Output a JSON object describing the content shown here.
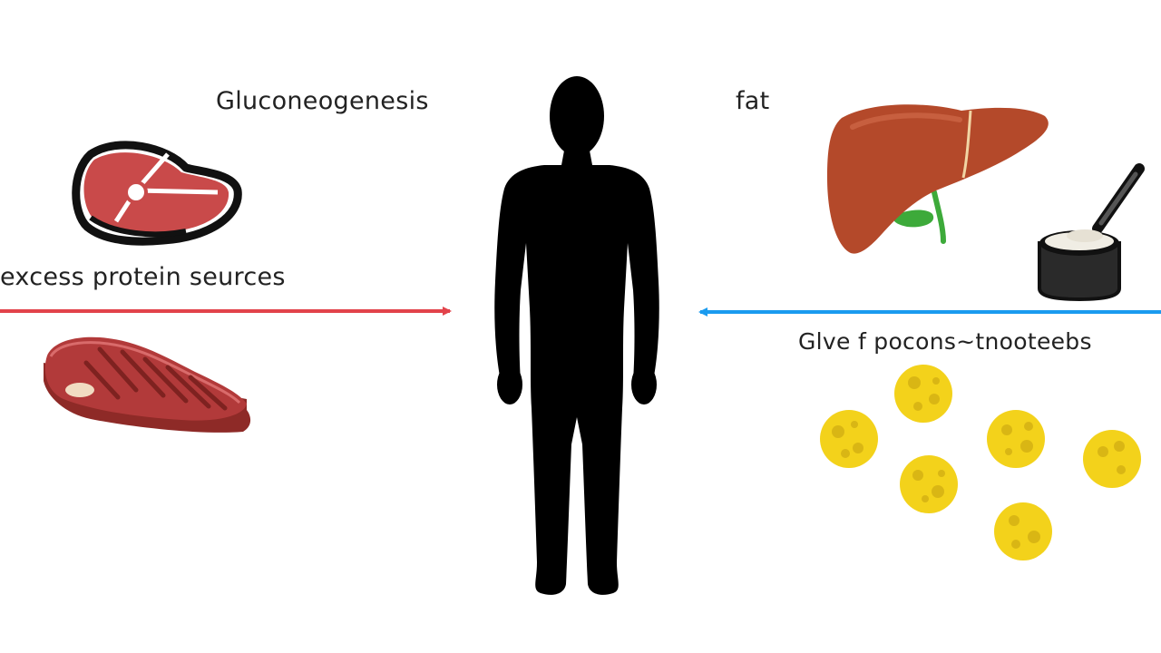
{
  "labels": {
    "gluconeogenesis": "Gluconeogenesis",
    "fat": "fat",
    "protein_sources": "excess protein seurces",
    "glycerol_text": "Glve f pocons~tnooteebs"
  },
  "colors": {
    "background": "#ffffff",
    "silhouette": "#000000",
    "arrow_left": "#e2434b",
    "arrow_right": "#1a9bef",
    "meat_red": "#c94a4a",
    "steak_dark": "#8e2a27",
    "liver": "#b4492a",
    "gallbladder": "#3daa3a",
    "fat_globule": "#f3d21b"
  },
  "icons": [
    "raw-meat-icon",
    "steak-icon",
    "human-silhouette-icon",
    "liver-icon",
    "protein-powder-icon",
    "fat-globule-icon"
  ]
}
